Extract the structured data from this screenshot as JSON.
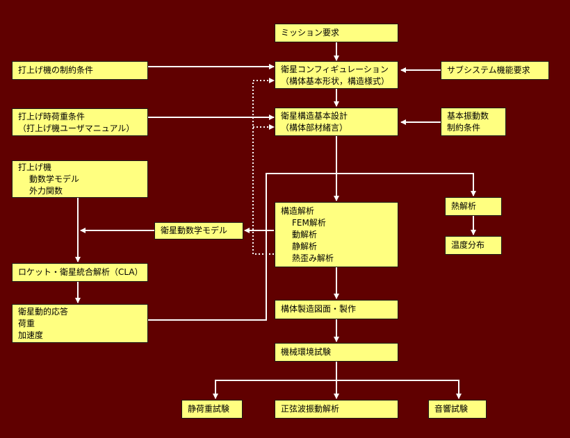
{
  "nodes": {
    "mission": {
      "lines": [
        "ミッション要求"
      ]
    },
    "config": {
      "lines": [
        "衛星コンフィギュレーション",
        "（構体基本形状，構造様式）"
      ]
    },
    "subsystem": {
      "lines": [
        "サブシステム機能要求"
      ]
    },
    "launcher_cond": {
      "lines": [
        "打上げ機の制約条件"
      ]
    },
    "launch_load": {
      "lines": [
        "打上げ時荷重条件",
        "（打上げ機ユーザマニュアル）"
      ]
    },
    "basic_design": {
      "lines": [
        "衛星構造基本設計",
        "（構体部材緒言）"
      ]
    },
    "vib_limit": {
      "lines": [
        "基本振動数",
        "制約条件"
      ]
    },
    "launcher_model": {
      "lines": [
        "打上げ機",
        "動数学モデル",
        "外力関数"
      ]
    },
    "sat_model": {
      "lines": [
        "衛星動数学モデル"
      ]
    },
    "struct_analysis": {
      "lines": [
        "構造解析",
        "FEM解析",
        "動解析",
        "静解析",
        "熱歪み解析"
      ]
    },
    "thermal": {
      "lines": [
        "熱解析"
      ]
    },
    "temp_dist": {
      "lines": [
        "温度分布"
      ]
    },
    "cla": {
      "lines": [
        "ロケット・衛星統合解析（CLA）"
      ]
    },
    "dyn_response": {
      "lines": [
        "衛星動的応答",
        "荷重",
        "加速度"
      ]
    },
    "manufacture": {
      "lines": [
        "構体製造図面・製作"
      ]
    },
    "mech_test": {
      "lines": [
        "機械環境試験"
      ]
    },
    "static_test": {
      "lines": [
        "静荷重試験"
      ]
    },
    "sine_vib": {
      "lines": [
        "正弦波振動解析"
      ]
    },
    "acoustic": {
      "lines": [
        "音響試験"
      ]
    }
  },
  "colors": {
    "background": "#600000",
    "box": "#ffff80",
    "line": "#ffffff"
  }
}
